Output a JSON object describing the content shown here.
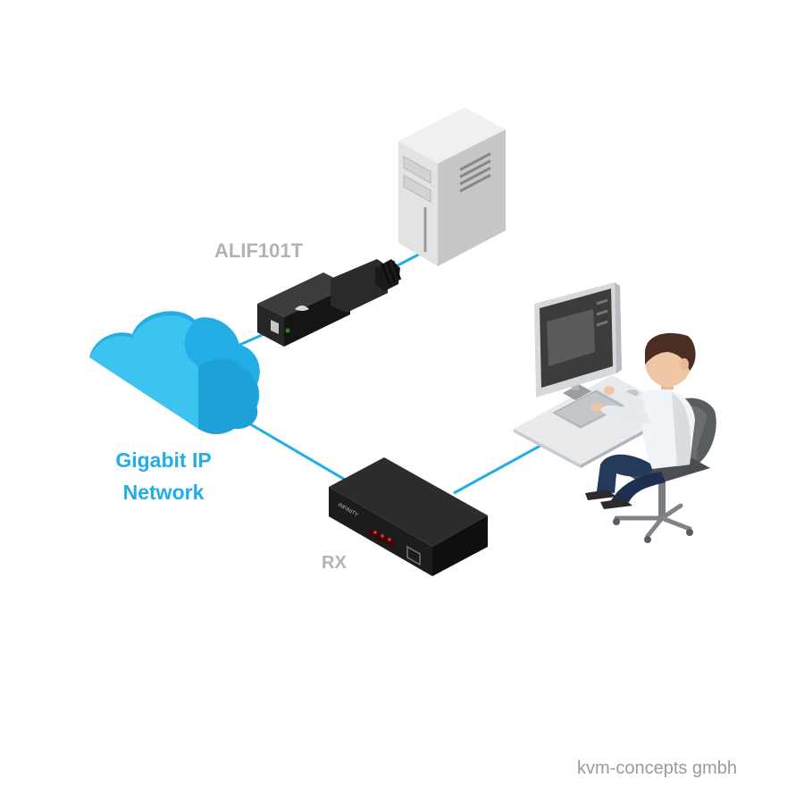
{
  "labels": {
    "transmitter": "ALIF101T",
    "network_line1": "Gigabit IP",
    "network_line2": "Network",
    "receiver": "RX",
    "credit": "kvm-concepts gmbh"
  },
  "colors": {
    "network_blue": "#22aee5",
    "cloud_light": "#3cc3f0",
    "cloud_shade": "#1ea0d8",
    "device_dark": "#1c1c1c",
    "label_gray": "#b3b3b3"
  },
  "icons": [
    "computer-tower-icon",
    "transmitter-dongle-icon",
    "cloud-icon",
    "receiver-unit-icon",
    "workstation-icon",
    "user-icon",
    "office-chair-icon"
  ]
}
